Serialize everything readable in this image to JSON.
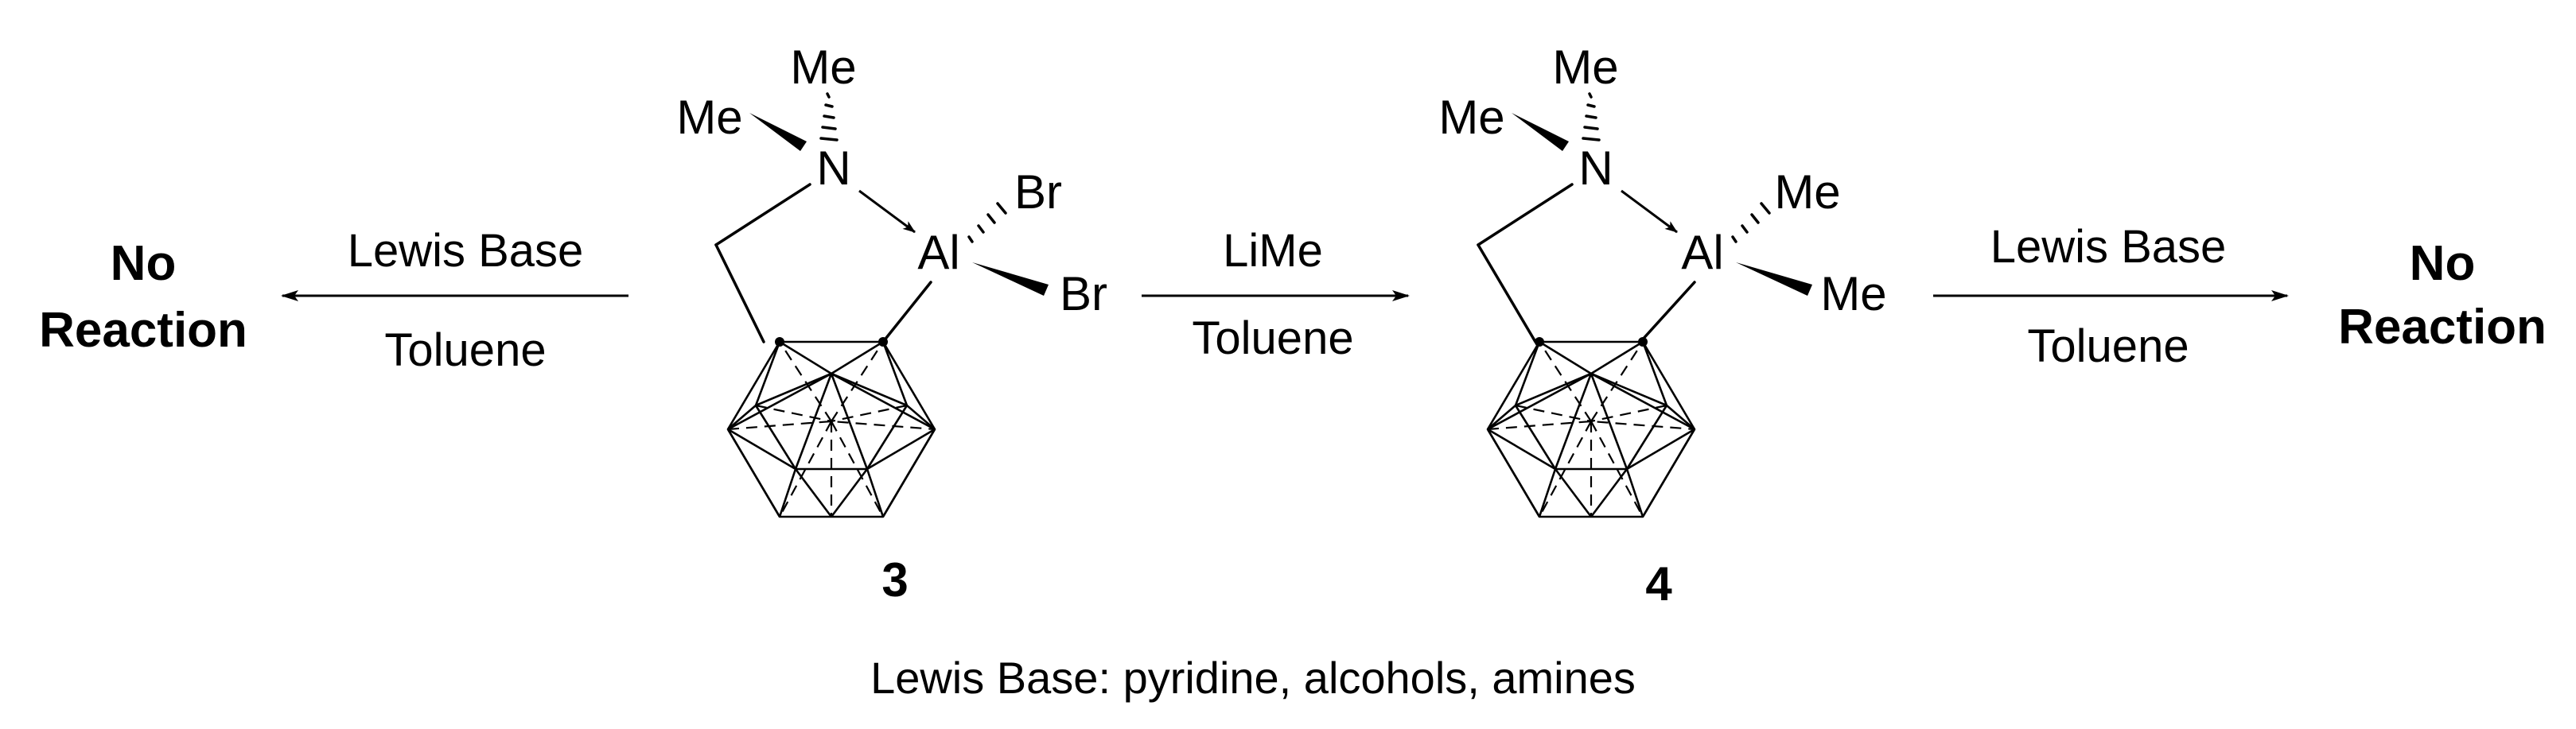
{
  "left_outcome": {
    "line1": "No",
    "line2": "Reaction"
  },
  "right_outcome": {
    "line1": "No",
    "line2": "Reaction"
  },
  "arrow_left": {
    "above": "Lewis Base",
    "below": "Toluene"
  },
  "arrow_middle": {
    "above": "LiMe",
    "below": "Toluene"
  },
  "arrow_right": {
    "above": "Lewis Base",
    "below": "Toluene"
  },
  "compound_3": {
    "label": "3",
    "n_methyl_top": "Me",
    "n_methyl_left": "Me",
    "nitrogen": "N",
    "aluminum": "Al",
    "al_sub_top": "Br",
    "al_sub_bottom": "Br"
  },
  "compound_4": {
    "label": "4",
    "n_methyl_top": "Me",
    "n_methyl_left": "Me",
    "nitrogen": "N",
    "aluminum": "Al",
    "al_sub_top": "Me",
    "al_sub_bottom": "Me"
  },
  "footnote": "Lewis Base: pyridine, alcohols, amines"
}
